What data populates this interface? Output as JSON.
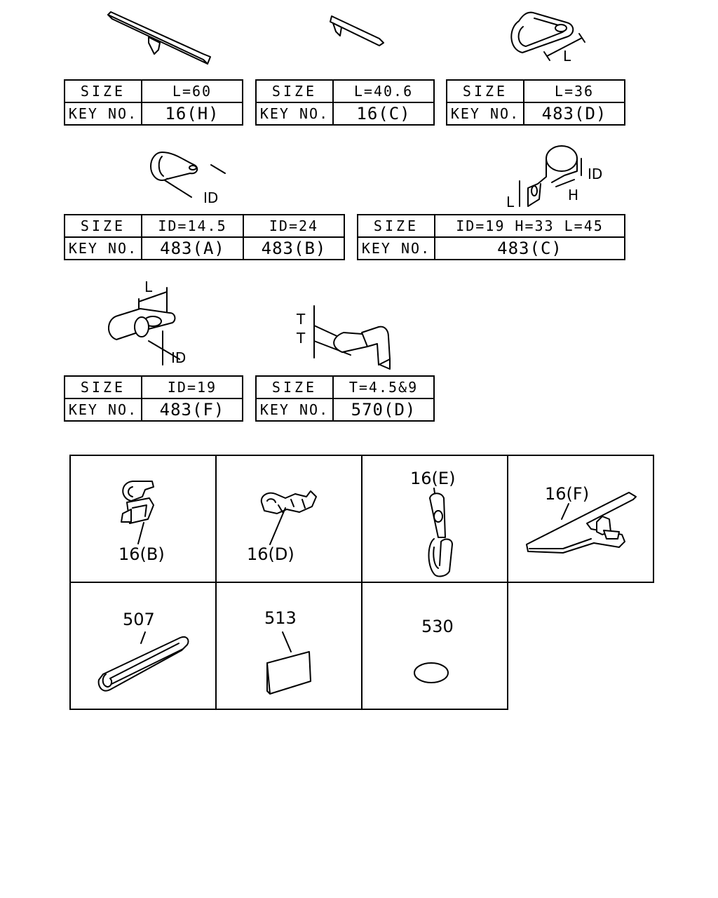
{
  "tables": {
    "t1": {
      "size_label": "SIZE",
      "key_label": "KEY NO.",
      "size": "L=60",
      "key": "16(H)"
    },
    "t2": {
      "size_label": "SIZE",
      "key_label": "KEY NO.",
      "size": "L=40.6",
      "key": "16(C)"
    },
    "t3": {
      "size_label": "SIZE",
      "key_label": "KEY NO.",
      "size": "L=36",
      "key": "483(D)"
    },
    "t4": {
      "size_label": "SIZE",
      "key_label": "KEY NO.",
      "size_a": "ID=14.5",
      "size_b": "ID=24",
      "key_a": "483(A)",
      "key_b": "483(B)"
    },
    "t5": {
      "size_label": "SIZE",
      "key_label": "KEY NO.",
      "size": "ID=19 H=33 L=45",
      "key": "483(C)"
    },
    "t6": {
      "size_label": "SIZE",
      "key_label": "KEY NO.",
      "size": "ID=19",
      "key": "483(F)"
    },
    "t7": {
      "size_label": "SIZE",
      "key_label": "KEY NO.",
      "size": "T=4.5&9",
      "key": "570(D)"
    }
  },
  "dimensions": {
    "L": "L",
    "ID": "ID",
    "H": "H",
    "T": "T"
  },
  "grid_labels": {
    "p16b": "16(B)",
    "p16d": "16(D)",
    "p16e": "16(E)",
    "p16f": "16(F)",
    "p507": "507",
    "p513": "513",
    "p530": "530"
  }
}
